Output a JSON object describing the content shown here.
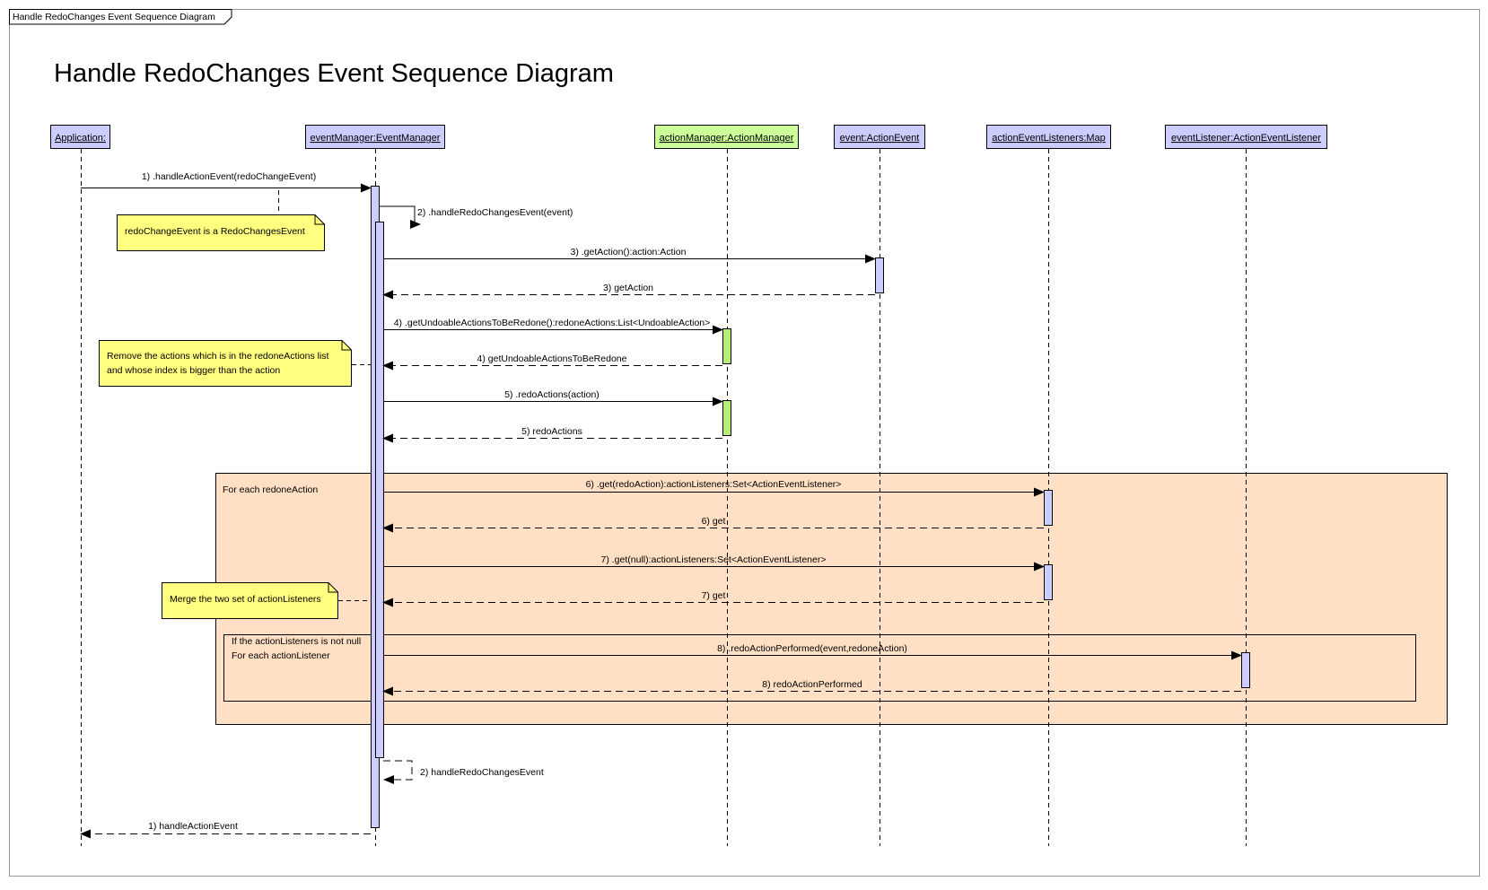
{
  "frame_tab": "Handle RedoChanges Event Sequence Diagram",
  "title": "Handle RedoChanges Event Sequence Diagram",
  "colors": {
    "lifeline_box": "#ccccff",
    "highlight_box": "#ccff99",
    "activation": "#ccccff",
    "activation_green": "#b8ee77",
    "note": "#ffff80",
    "fragment": "#ffe0c4"
  },
  "lifelines": [
    {
      "id": "app",
      "label": "Application:"
    },
    {
      "id": "em",
      "label": "eventManager:EventManager"
    },
    {
      "id": "am",
      "label": "actionManager:ActionManager"
    },
    {
      "id": "ev",
      "label": "event:ActionEvent"
    },
    {
      "id": "map",
      "label": "actionEventListeners:Map"
    },
    {
      "id": "el",
      "label": "eventListener:ActionEventListener"
    }
  ],
  "messages": [
    {
      "label": "1) .handleActionEvent(redoChangeEvent)"
    },
    {
      "label": "2) .handleRedoChangesEvent(event)"
    },
    {
      "label": "3) .getAction():action:Action"
    },
    {
      "label": "3) getAction"
    },
    {
      "label": "4) .getUndoableActionsToBeRedone():redoneActions:List<UndoableAction>"
    },
    {
      "label": "4) getUndoableActionsToBeRedone"
    },
    {
      "label": "5) .redoActions(action)"
    },
    {
      "label": "5) redoActions"
    },
    {
      "label": "6) .get(redoAction):actionListeners:Set<ActionEventListener>"
    },
    {
      "label": "6) get"
    },
    {
      "label": "7) .get(null):actionListeners:Set<ActionEventListener>"
    },
    {
      "label": "7) get"
    },
    {
      "label": "8) .redoActionPerformed(event,redoneAction)"
    },
    {
      "label": "8) redoActionPerformed"
    },
    {
      "label": "2) handleRedoChangesEvent"
    },
    {
      "label": "1) handleActionEvent"
    }
  ],
  "notes": [
    {
      "lines": [
        "redoChangeEvent is a RedoChangesEvent"
      ]
    },
    {
      "lines": [
        "Remove the actions which is in the redoneActions list",
        "and whose index is bigger than the action"
      ]
    },
    {
      "lines": [
        "Merge the two set of actionListeners"
      ]
    }
  ],
  "fragments": [
    {
      "lines": [
        "For each redoneAction"
      ]
    },
    {
      "lines": [
        "If the actionListeners is not null",
        "For each actionListener"
      ]
    }
  ]
}
